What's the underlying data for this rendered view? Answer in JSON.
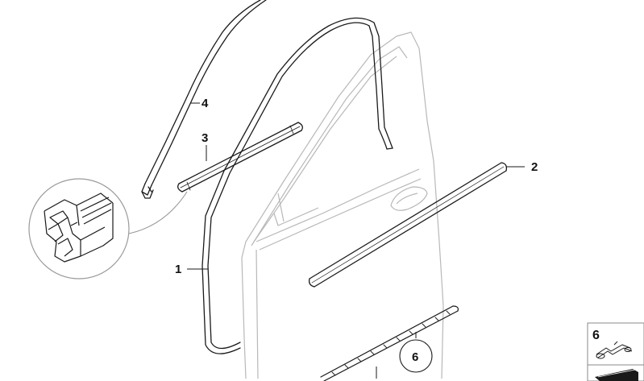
{
  "diagram": {
    "callouts": [
      {
        "id": "1",
        "label": "1"
      },
      {
        "id": "2",
        "label": "2"
      },
      {
        "id": "3",
        "label": "3"
      },
      {
        "id": "4",
        "label": "4"
      },
      {
        "id": "6",
        "label": "6"
      }
    ],
    "legend": {
      "part_number": "6"
    },
    "colors": {
      "line": "#1a1a1a",
      "light_line": "#b8b8b8",
      "detail_circle": "#9a9a9a",
      "legend_box": "#888888"
    }
  }
}
